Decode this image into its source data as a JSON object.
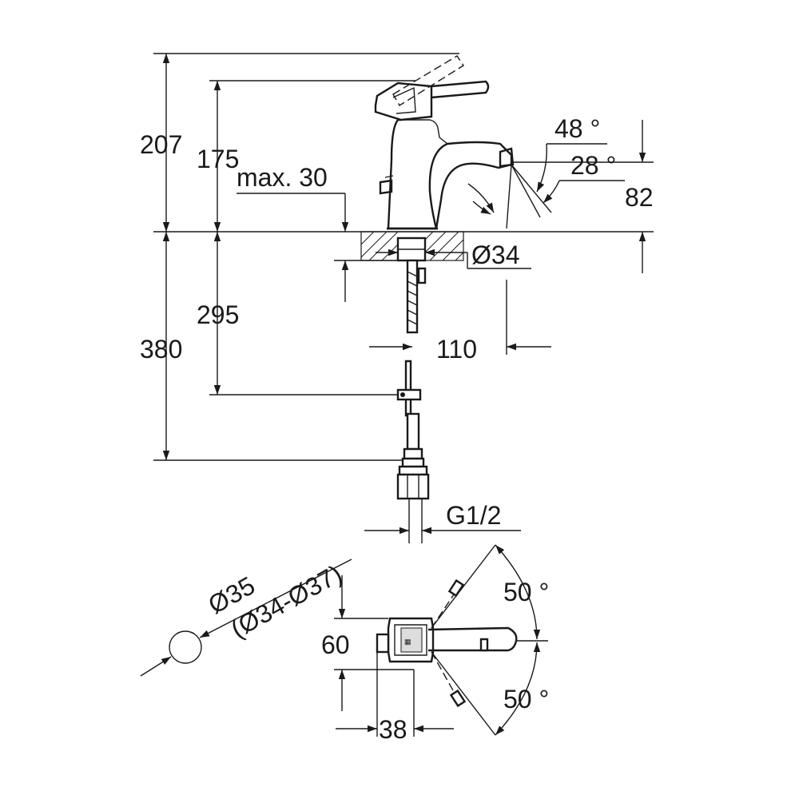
{
  "dimensions": {
    "overall_height": "207",
    "lever_height": "175",
    "max_thickness": "max. 30",
    "spout_angle_upper": "48 °",
    "spout_angle_lower": "28 °",
    "spout_height": "82",
    "hole_diameter": "Ø34",
    "tail_length": "295",
    "hose_length": "380",
    "projection": "110",
    "thread": "G1/2",
    "hole_size": "Ø35",
    "hole_range": "(Ø34-Ø37)",
    "base_depth": "60",
    "base_width": "38",
    "rotation_upper": "50 °",
    "rotation_lower": "50 °"
  }
}
